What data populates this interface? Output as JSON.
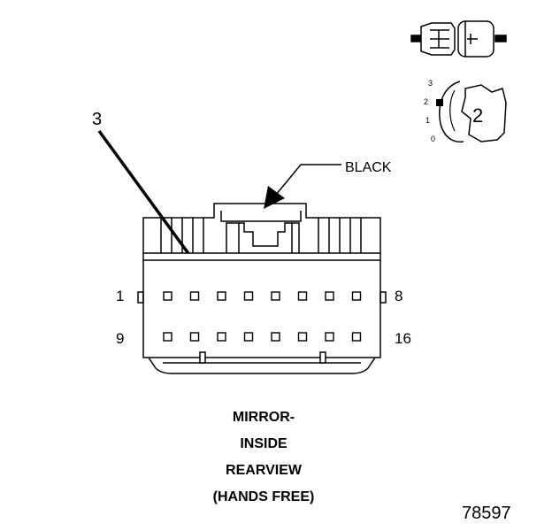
{
  "callout_pin": "3",
  "wire_color_label": "BLACK",
  "pin_labels": {
    "top_left": "1",
    "top_right": "8",
    "bottom_left": "9",
    "bottom_right": "16"
  },
  "connector_title_lines": [
    "MIRROR-",
    "INSIDE",
    "REARVIEW",
    "(HANDS FREE)"
  ],
  "figure_number": "78597",
  "key_icon": {
    "selected_position": "2",
    "scale_labels": [
      "3",
      "2",
      "1",
      "0"
    ]
  },
  "cavity_count_per_row": 8,
  "row_count": 2
}
